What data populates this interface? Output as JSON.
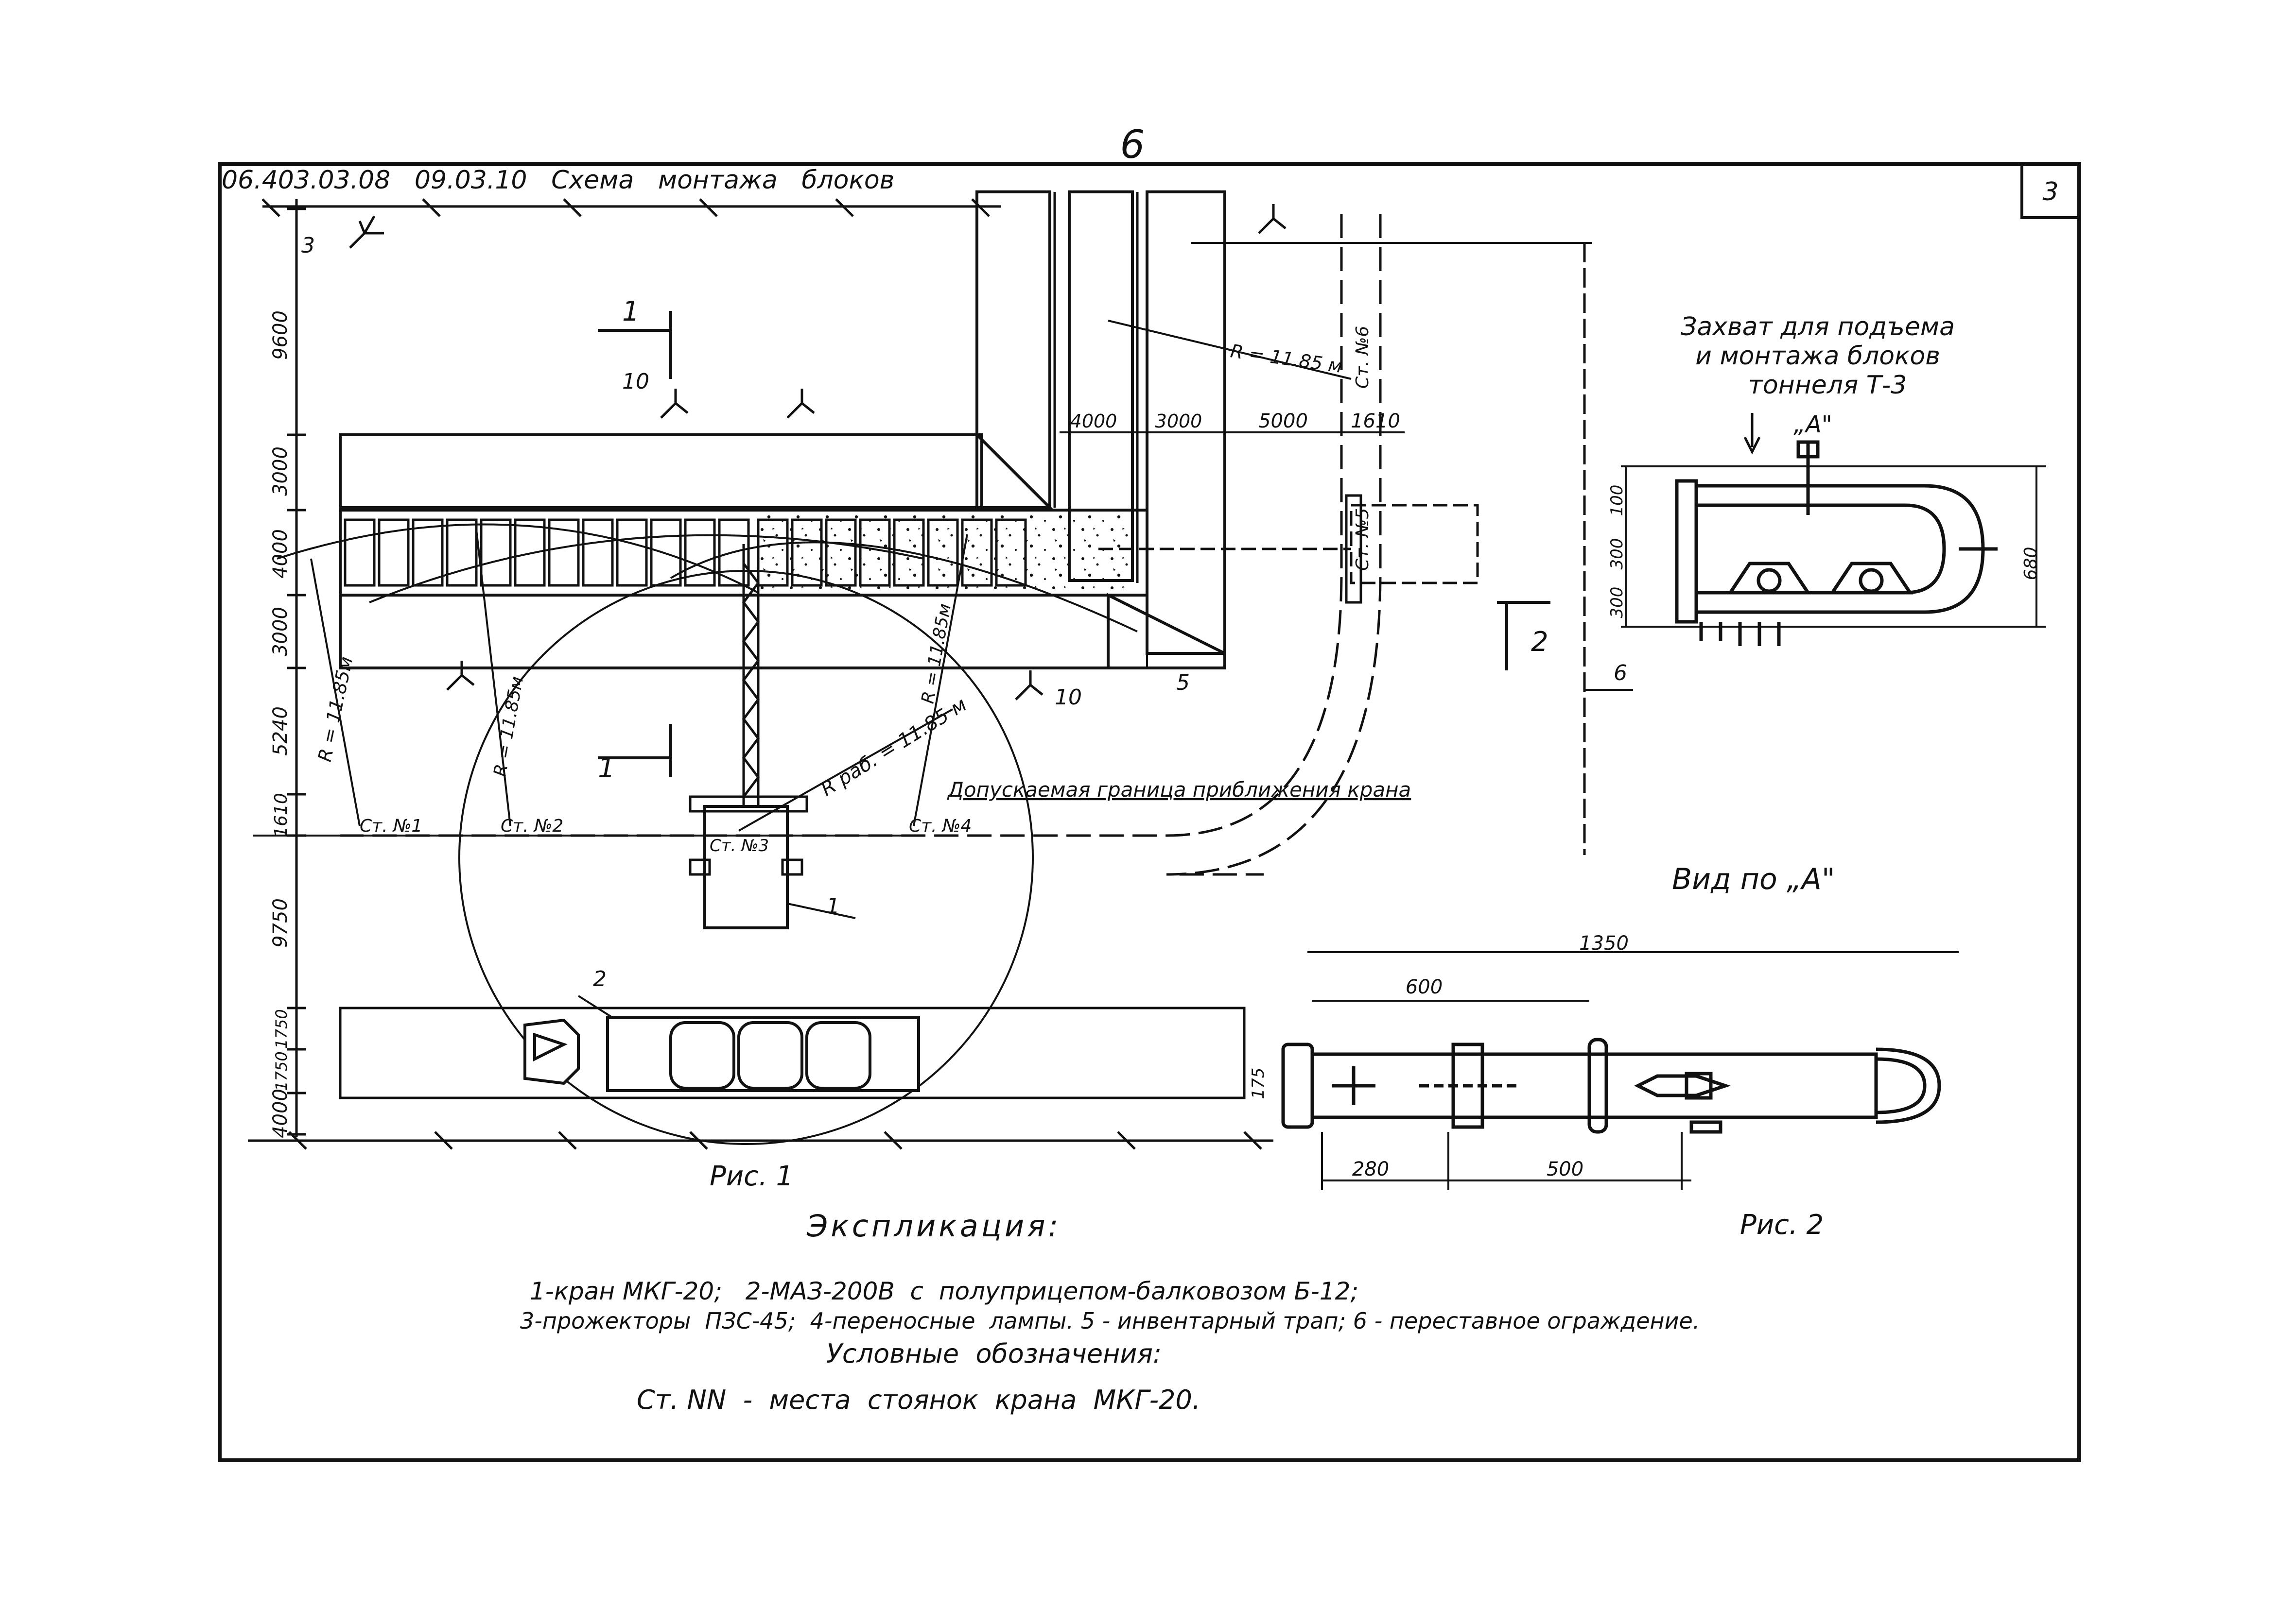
{
  "page_number": "6",
  "sheet_number": "3",
  "header_text": "06.403.03.08   09.03.10   Схема   монтажа   блоков",
  "fig1": {
    "caption": "Рис. 1",
    "left_dims": [
      "9600",
      "3000",
      "4000",
      "3000",
      "5240",
      "1610",
      "9750",
      "1750",
      "1750",
      "4000"
    ],
    "top_dims": [
      "4000",
      "3000",
      "5000",
      "1610"
    ],
    "radii": [
      "R = 11.85 м",
      "R = 11.85м",
      "R = 11.85м",
      "R = 11.85м",
      "R раб. = 11.85 м"
    ],
    "stations": [
      "Ст. №1",
      "Ст. №2",
      "Ст. №3",
      "Ст. №4",
      "Ст. №5",
      "Ст. №6"
    ],
    "boundary_label": "Допускаемая граница приближения крана",
    "section_labels": [
      "1",
      "1",
      "2"
    ],
    "callouts": [
      "1",
      "2",
      "3",
      "5",
      "6",
      "10",
      "10"
    ]
  },
  "fig2": {
    "caption": "Рис. 2",
    "title_lines": [
      "Захват для подъема",
      "и монтажа блоков",
      "тоннеля Т-3"
    ],
    "view_marker": "„А\"",
    "view_label": "Вид по „А\"",
    "dims_side": [
      "100",
      "300",
      "300",
      "680"
    ],
    "dims_bottom": [
      "1350",
      "600",
      "175",
      "280",
      "500"
    ]
  },
  "legend": {
    "title": "Экспликация:",
    "line1": "1-кран МКГ-20;   2-МАЗ-200В  с  полуприцепом-балковозом Б-12;",
    "line2": "3-прожекторы  ПЗС-45;  4-переносные  лампы. 5 - инвентарный трап; 6 - переставное ограждение.",
    "conv_title": "Условные  обозначения:",
    "conv_line": "Ст. NN  -  места  стоянок  крана  МКГ-20."
  }
}
